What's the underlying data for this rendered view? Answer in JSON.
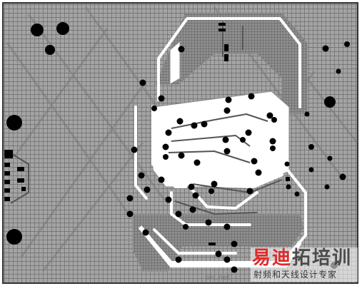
{
  "image": {
    "subject": "pcb-copper-layer"
  },
  "colors": {
    "background": "#ffffff",
    "copper_fill": "#9a9a9a",
    "hatch": "#6e6e6e",
    "trace": "#5a5a5a",
    "via": "#000000",
    "watermark_red": "#e02a2a",
    "watermark_gray": "#4a4a4a"
  },
  "watermark": {
    "brand_red": "易迪",
    "brand_gray": "拓培训",
    "subtitle": "射频和天线设计专家",
    "left_text": "oic.net"
  }
}
